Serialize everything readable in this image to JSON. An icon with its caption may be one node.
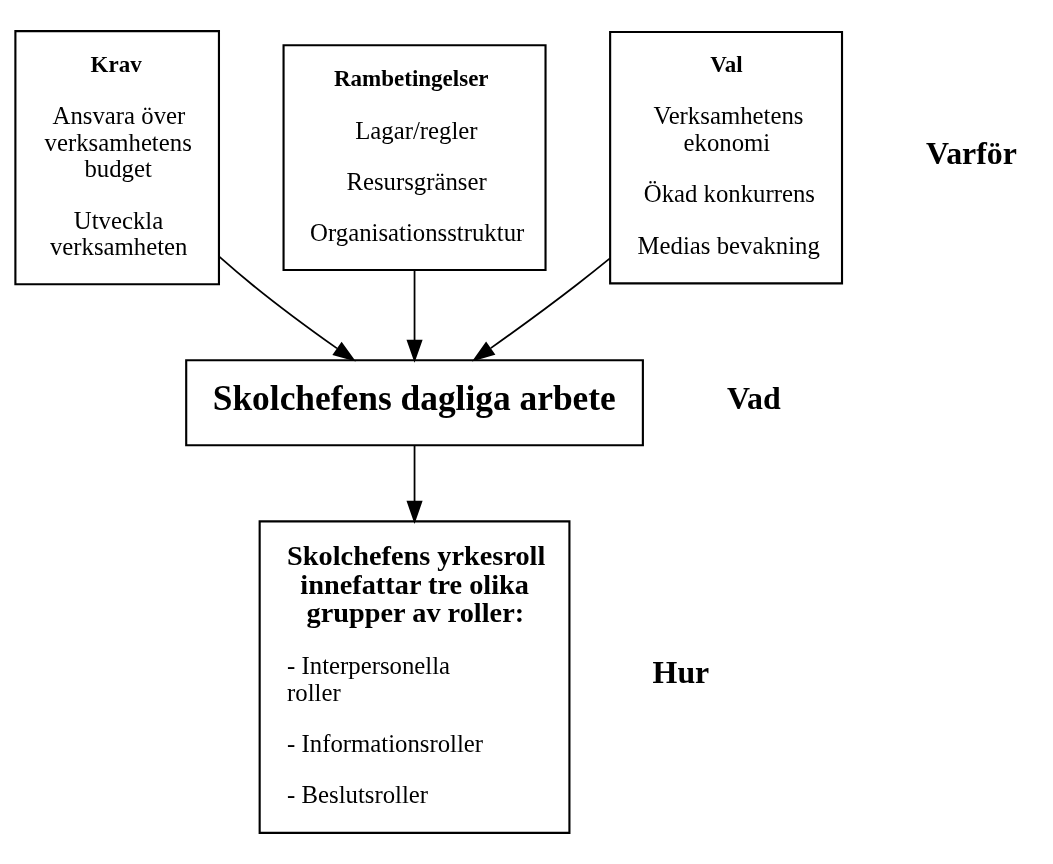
{
  "diagram": {
    "nodes": [
      {
        "text": [
          "Krav",
          "Ansvara över verksamhetens budget",
          "Utveckla verksamheten"
        ]
      },
      {
        "text": [
          "Rambetingelser",
          "Lagar/regler",
          "Resursgränser",
          "Organisationsstruktur"
        ]
      },
      {
        "text": [
          "Val",
          "Verksamhetens ekonomi",
          "Ökad konkurrens",
          "Medias bevakning"
        ]
      },
      {
        "text": [
          "Skolchefens dagliga arbete"
        ]
      },
      {
        "text": [
          "Skolchefens yrkesroll innefattar tre olika grupper av roller:",
          "- Interpersonella roller",
          "- Informationsroller",
          "- Beslutsroller"
        ]
      }
    ],
    "edges": [
      {
        "from": 0,
        "to": 3,
        "arrow": "to"
      },
      {
        "from": 1,
        "to": 3,
        "arrow": "to"
      },
      {
        "from": 2,
        "to": 3,
        "arrow": "to"
      },
      {
        "from": 3,
        "to": 4,
        "arrow": "to"
      }
    ],
    "labels": [
      "Varför",
      "Vad",
      "Hur"
    ]
  }
}
